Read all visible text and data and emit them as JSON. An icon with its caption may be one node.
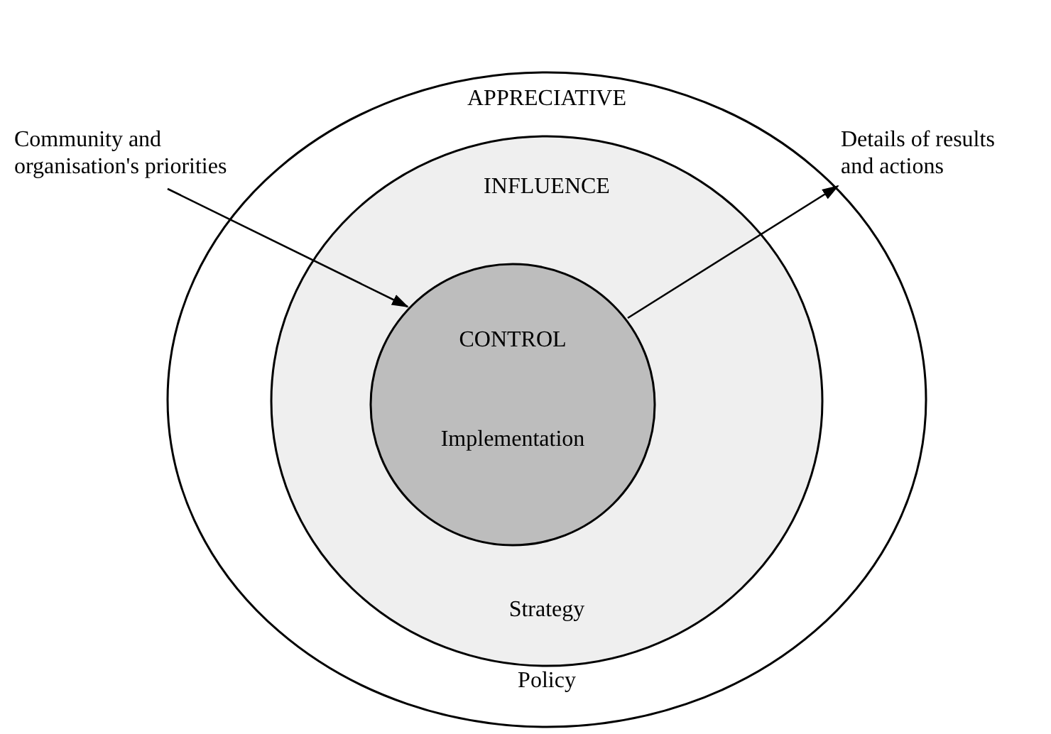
{
  "diagram": {
    "nodes": [
      {
        "text": [
          "APPRECIATIVE",
          "Policy"
        ]
      },
      {
        "text": [
          "INFLUENCE",
          "Strategy"
        ],
        "in": 0
      },
      {
        "text": [
          "CONTROL",
          "Implementation"
        ],
        "in": 1
      },
      {
        "text": [
          "Community and organisation's priorities"
        ]
      },
      {
        "text": [
          "Details of results and actions"
        ]
      }
    ],
    "edges": [
      {
        "from": 3,
        "to": 2,
        "arrow": "to"
      },
      {
        "from": 2,
        "to": 4,
        "arrow": "to"
      }
    ]
  }
}
